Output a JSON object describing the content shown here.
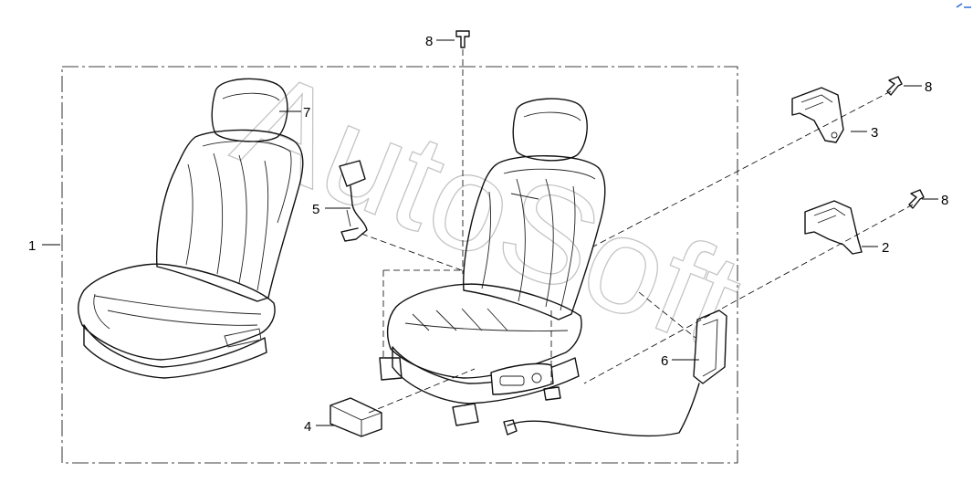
{
  "colors": {
    "line": "#111111",
    "background": "#ffffff",
    "watermark": "#bdbdbd",
    "corner_mark": "#2e6fd8"
  },
  "callouts": {
    "c1": "1",
    "c2": "2",
    "c3": "3",
    "c4": "4",
    "c5": "5",
    "c6": "6",
    "c7": "7",
    "c8a": "8",
    "c8b": "8",
    "c8c": "8"
  },
  "watermark": {
    "text": "AutoSoft"
  },
  "icons": {
    "corner": "logo-mark-icon"
  }
}
